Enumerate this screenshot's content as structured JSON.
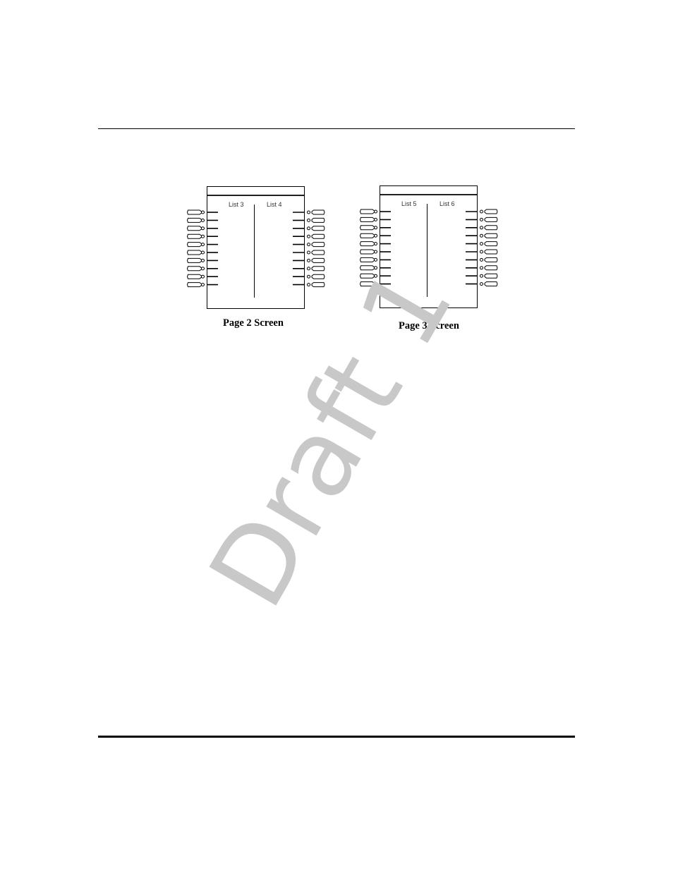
{
  "screens": [
    {
      "caption": "Page 2 Screen",
      "list_left": "List 3",
      "list_right": "List 4",
      "keys_per_side": 10
    },
    {
      "caption": "Page 3 Screen",
      "list_left": "List 5",
      "list_right": "List 6",
      "keys_per_side": 10
    }
  ],
  "watermark": "Draft 1"
}
